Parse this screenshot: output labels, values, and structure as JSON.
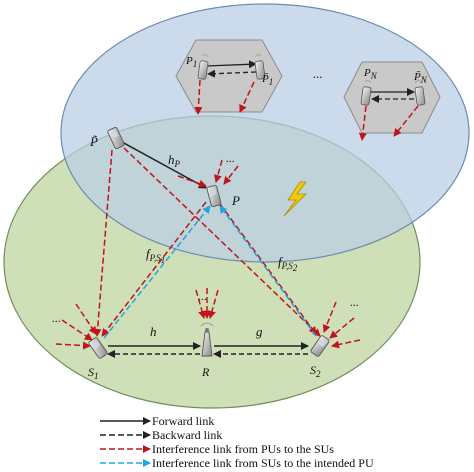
{
  "labels": {
    "p_tilde": "P̃",
    "h_p": "h",
    "h_p_sub": "P",
    "p": "P",
    "f_ps1": "f",
    "f_ps1_sub": "P,S",
    "f_ps1_subsub": "1",
    "f_ps2": "f",
    "f_ps2_sub": "P,S",
    "f_ps2_subsub": "2",
    "h": "h",
    "g": "g",
    "s1": "S",
    "s1_sub": "1",
    "s2": "S",
    "s2_sub": "2",
    "r": "R",
    "p1": "P",
    "p1_sub": "1",
    "p1_tilde": "P̃",
    "p1_tilde_sub": "1",
    "pn": "P",
    "pn_sub": "N",
    "pn_tilde": "P̃",
    "pn_tilde_sub": "N",
    "ellipsis": "..."
  },
  "legend": [
    {
      "label": "Forward link",
      "style": "solid",
      "color": "#222222"
    },
    {
      "label": "Backward link",
      "style": "dashed",
      "color": "#222222"
    },
    {
      "label": "Interference link from PUs to the SUs",
      "style": "dashed",
      "color": "#c0141b"
    },
    {
      "label": "Interference link from SUs to the intended PU",
      "style": "dashed",
      "color": "#1ea6e0"
    }
  ],
  "colors": {
    "primary_region": "#cfdced",
    "secondary_region": "#cfe0b8",
    "interference_red": "#c0141b",
    "interference_blue": "#1ea6e0",
    "hexagon": "#c9c9c9",
    "lightning": "#f2c80f"
  }
}
